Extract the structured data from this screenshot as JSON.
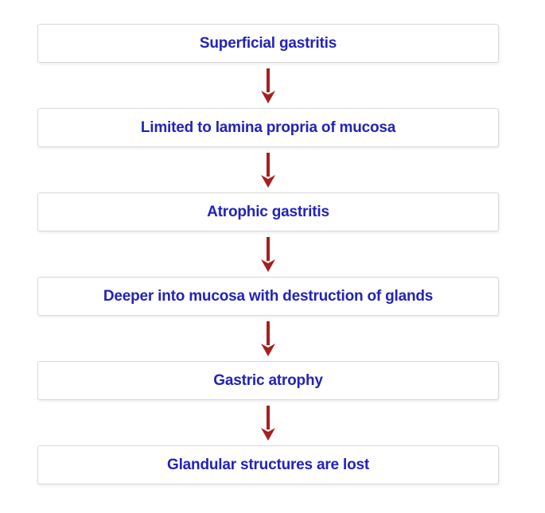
{
  "diagram": {
    "type": "flowchart",
    "direction": "top-to-bottom",
    "steps": [
      {
        "label": "Superficial gastritis"
      },
      {
        "label": "Limited to lamina propria of mucosa"
      },
      {
        "label": "Atrophic gastritis"
      },
      {
        "label": "Deeper into mucosa with destruction of glands"
      },
      {
        "label": "Gastric atrophy"
      },
      {
        "label": "Glandular structures are lost"
      }
    ],
    "connector": "down-arrow",
    "colors": {
      "text": "#2222BB",
      "arrow": "#A61F1F",
      "box_border": "#D9D9D9",
      "box_fill": "#FFFFFF",
      "page_bg": "#FFFFFF"
    }
  }
}
